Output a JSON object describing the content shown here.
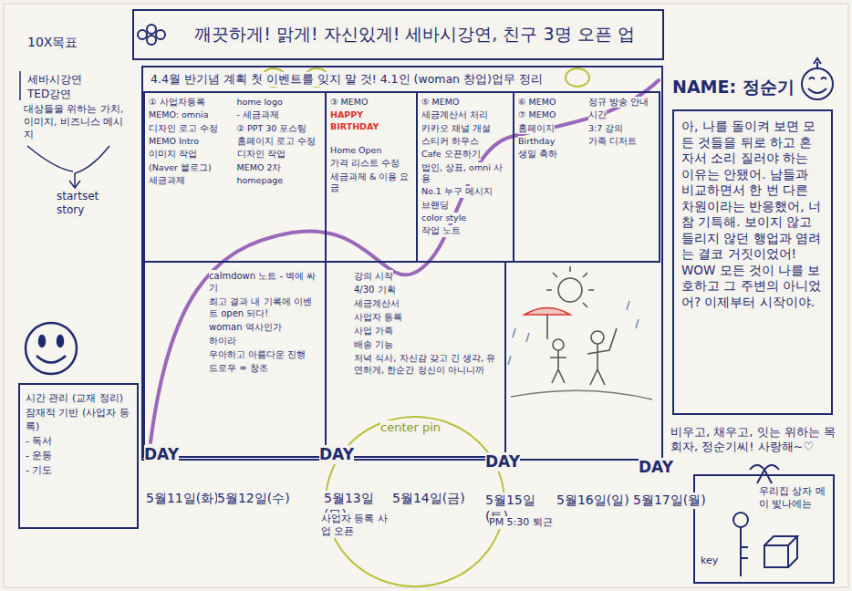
{
  "diagram": {
    "nodes": [
      {
        "text": [
          "깨끗하게! 맑게! 자신있게! 세바시강연, 친구 3명 오픈 업"
        ]
      },
      {
        "text": [
          "4.4월 반기념 계획 첫 이벤트를 잊지 말 것! 4.1인 (woman 창업)업무 정리"
        ]
      },
      {
        "text": [
          "① 사업자등록",
          "MEMO: omnia",
          "디자인 로고 수정",
          "MEMO Intro",
          "이미지 작업",
          "(Naver 블로그)",
          "세금과제",
          "home logo",
          "- 세금과제",
          "② PPT 30 포스팅",
          "홈페이지 로고 수정",
          "디자인 작업",
          "MEMO 2차",
          "homepage"
        ],
        "in": 1
      },
      {
        "text": [
          "③ MEMO",
          "HAPPY BIRTHDAY",
          "Home Open",
          "가격 리스트 수정",
          "세금과제 & 이용 요금"
        ],
        "in": 1
      },
      {
        "text": [
          "⑤ MEMO",
          "세금계산서 처리",
          "카카오 채널 개설",
          "스티커 하우스",
          "Cafe 오픈하기",
          "법인, 상표, omni 사용",
          "No.1 누구 메시지",
          "브랜딩",
          "color style",
          "작업 노트"
        ],
        "in": 1
      },
      {
        "text": [
          "⑥ MEMO",
          "⑦ MEMO",
          "홈페이지",
          "Birthday",
          "생일 축하",
          "정규 방송 안내",
          "시간",
          "3:7 강의",
          "가족 디저트"
        ],
        "in": 1
      },
      {
        "text": [
          "calmdown 노트 - 벽에 싸기",
          "최고 결과 내 기록에 이벤트 open 되다!",
          "woman 역사인가",
          "하이라",
          "우아하고 아름다운 진행",
          "드로우 = 창조"
        ],
        "in": 1
      },
      {
        "text": [
          "강의 시작",
          "4/30 기획",
          "세금계산서",
          "사업자 등록",
          "사업 가족",
          "배송 기능",
          "저녁 식사, 자신감 갖고 긴 생각, 유연하게, 한순간 정신이 아니니까"
        ],
        "in": 1
      },
      {
        "text": [
          "아, 나를 돌이켜 보면 모든 것들을 뒤로 하고 혼자서 소리 질러야 하는 이유는 안됐어. 남들과 비교하면서 한 번 다른 차원이라는 반응했어, 너 참 기특해. 보이지 않고 들리지 않던 행업과 염려는 결코 거짓이었어! WOW 모든 것이 나를 보호하고 그 주변의 아니었어? 이제부터 시작이야."
        ]
      },
      {
        "text": [
          "시간 관리 (교재 정리)",
          "잠재적 기반 (사업자 등록)",
          "- 독서",
          "- 운동",
          "- 기도"
        ]
      },
      {
        "text": [
          "key",
          "우리집 상자 메이 빛나에는"
        ]
      },
      {
        "text": [
          "center pin"
        ]
      }
    ],
    "labels": [
      "10X목표",
      "세바시강연",
      "TED강연",
      "대상들을 위하는 가치, 이미지, 비즈니스 메시지",
      "startset story",
      "NAME: 정순기",
      "비우고, 채우고, 잇는 위하는 목회자, 정순기씨! 사랑해~♡",
      "DAY",
      "DAY",
      "DAY",
      "DAY",
      "5월11일(화)",
      "5월12일(수)",
      "5월13일(목)",
      "5월14일(금)",
      "5월15일(토)",
      "5월16일(일)",
      "5월17일(월)",
      "사업자 등록 사업 오픈",
      "PM 5:30 퇴근"
    ]
  }
}
